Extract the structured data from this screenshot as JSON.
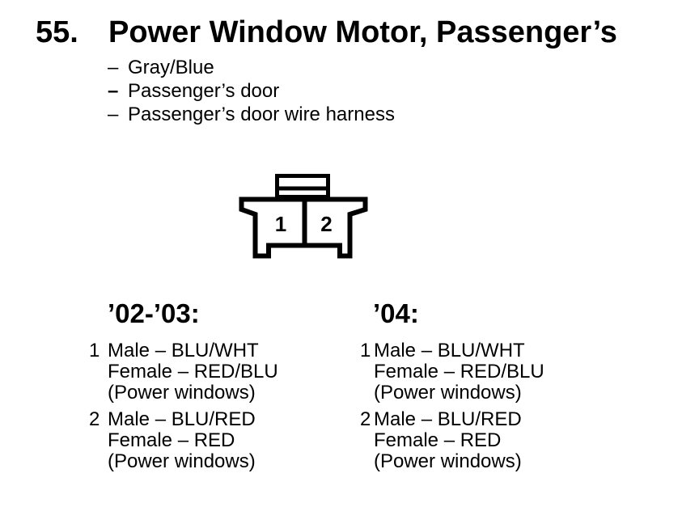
{
  "colors": {
    "ink": "#000000",
    "background": "#ffffff"
  },
  "page": {
    "number": "55.",
    "title": "Power Window Motor, Passenger’s",
    "bullets": [
      {
        "dash": "–",
        "text": "Gray/Blue",
        "dash_class": "bullet-dash"
      },
      {
        "dash": "–",
        "text": "Passenger’s door",
        "dash_class": "bullet-dash bold-dash"
      },
      {
        "dash": "–",
        "text": "Passenger’s door wire harness",
        "dash_class": "bullet-dash"
      }
    ]
  },
  "connector": {
    "description": "2-cavity connector, cavity numbers viewed from terminal side",
    "pins": [
      "1",
      "2"
    ]
  },
  "columns": [
    {
      "heading": "’02-’03:",
      "entries": [
        {
          "pin": "1",
          "lines": [
            "Male – BLU/WHT",
            "Female – RED/BLU",
            "(Power windows)"
          ]
        },
        {
          "pin": "2",
          "lines": [
            "Male – BLU/RED",
            "Female – RED",
            "(Power windows)"
          ]
        }
      ]
    },
    {
      "heading": "’04:",
      "entries": [
        {
          "pin": "1",
          "lines": [
            "Male – BLU/WHT",
            "Female – RED/BLU",
            "(Power windows)"
          ]
        },
        {
          "pin": "2",
          "lines": [
            "Male – BLU/RED",
            "Female – RED",
            "(Power windows)"
          ]
        }
      ]
    }
  ]
}
